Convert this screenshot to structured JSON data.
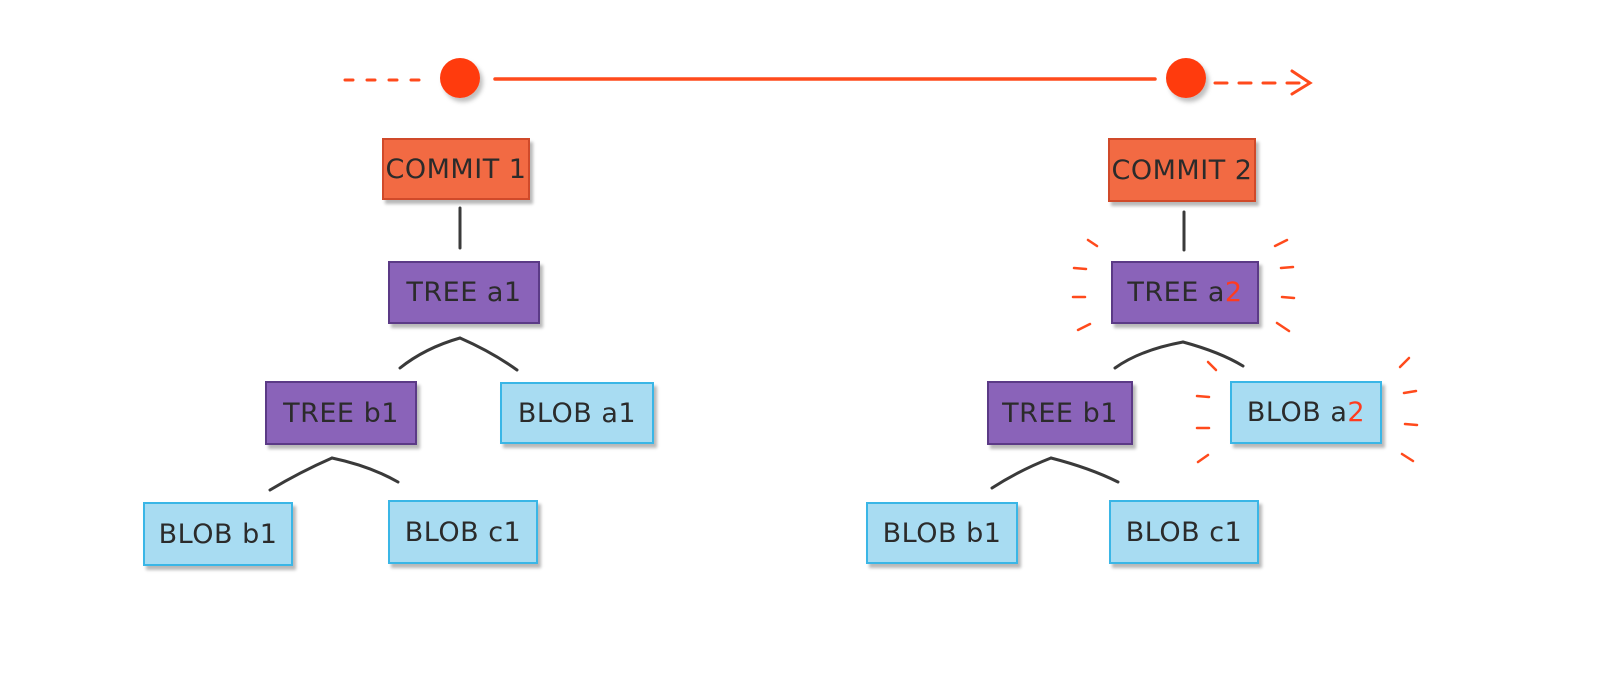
{
  "timeline": {
    "color": "#ff4a1c",
    "commit_points": 2
  },
  "colors": {
    "commit": "#f26a43",
    "tree": "#8a63b9",
    "blob": "#a8dcf2",
    "edge": "#3a3a3a",
    "highlight": "#ff3b1f"
  },
  "left": {
    "commit": "COMMIT 1",
    "tree_a": "TREE a1",
    "tree_b": "TREE b1",
    "blob_a": "BLOB a1",
    "blob_b": "BLOB b1",
    "blob_c": "BLOB c1"
  },
  "right": {
    "commit": "COMMIT 2",
    "tree_a_prefix": "TREE a",
    "tree_a_changed": "2",
    "tree_b": "TREE b1",
    "blob_a_prefix": "BLOB a",
    "blob_a_changed": "2",
    "blob_b": "BLOB b1",
    "blob_c": "BLOB c1"
  }
}
